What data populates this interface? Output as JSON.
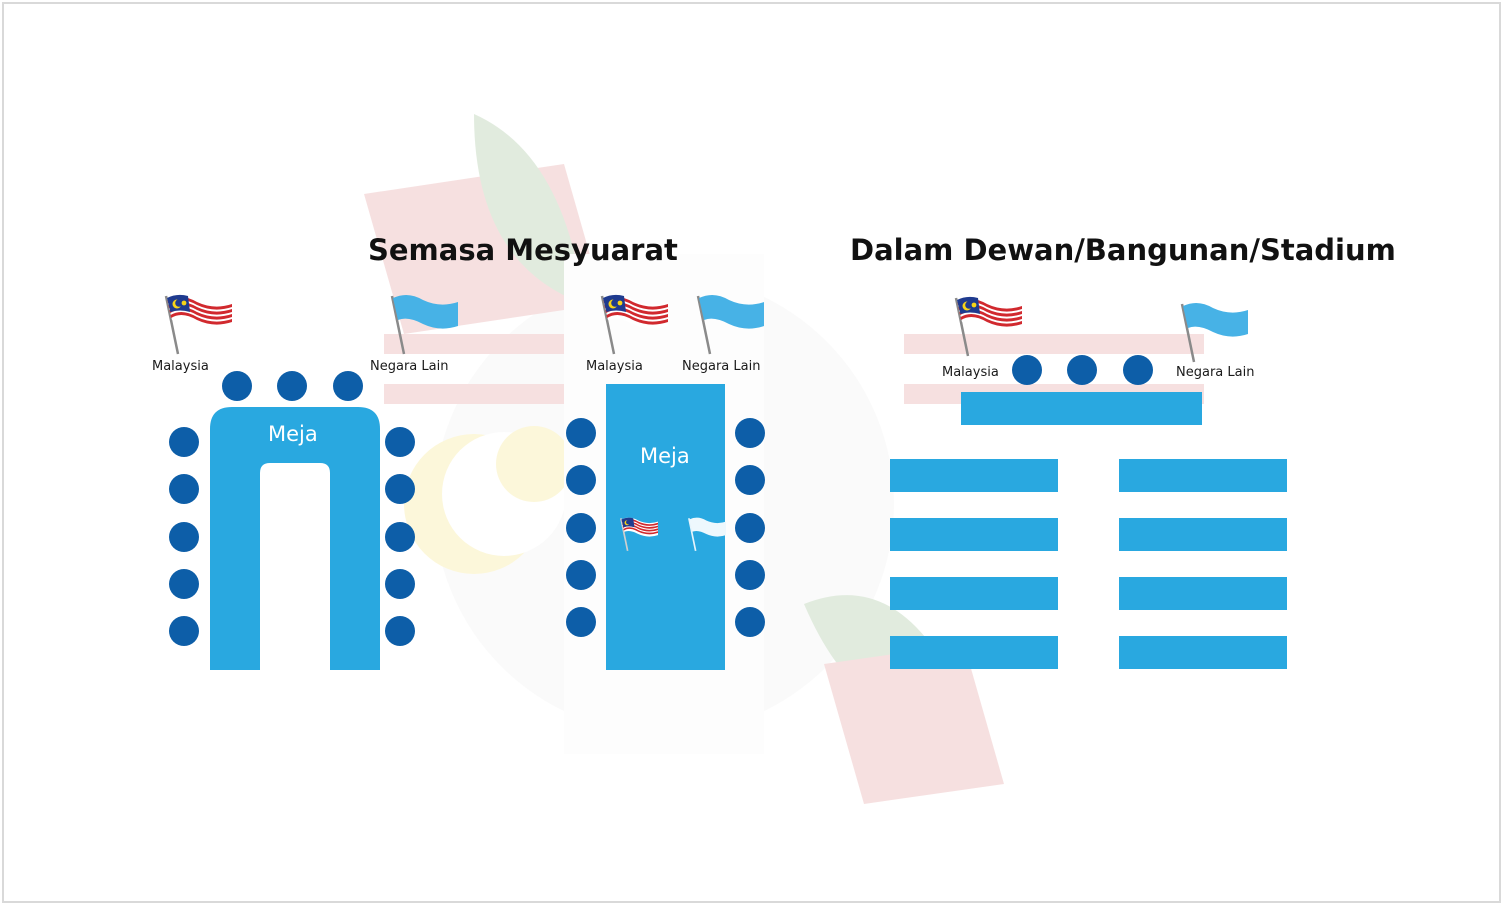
{
  "titles": {
    "meeting": "Semasa Mesyuarat",
    "hall": "Dalam Dewan/Bangunan/Stadium"
  },
  "labels": {
    "malaysia": "Malaysia",
    "other_country": "Negara Lain",
    "table": "Meja"
  },
  "colors": {
    "table": "#29a8e0",
    "seat": "#0d5ea8",
    "other_flag": "#47b2e6",
    "flag_red": "#d1292e",
    "flag_blue": "#1f3b8f",
    "flag_yellow": "#f7d417",
    "flag_pole": "#8a8a8a",
    "title": "#111111"
  },
  "icons": {
    "malaysia_flag": "malaysia-flag-icon",
    "other_flag": "country-flag-icon",
    "seat": "seat-icon"
  }
}
